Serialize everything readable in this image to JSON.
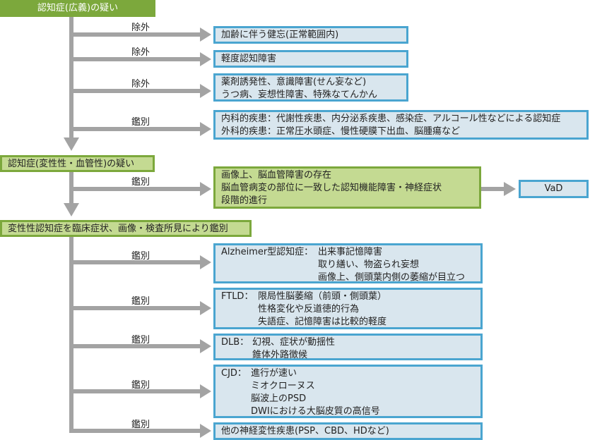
{
  "header": {
    "title": "認知症(広義)の疑い"
  },
  "step1_branches": [
    {
      "label": "除外",
      "lines": [
        "加齢に伴う健忘(正常範囲内)"
      ]
    },
    {
      "label": "除外",
      "lines": [
        "軽度認知障害"
      ]
    },
    {
      "label": "除外",
      "lines": [
        "薬剤誘発性、意識障害(せん妄など)",
        "うつ病、妄想性障害、特殊なてんかん"
      ]
    },
    {
      "label": "鑑別",
      "lines": [
        "内科的疾患：代謝性疾患、内分泌系疾患、感染症、アルコール性などによる認知症",
        "外科的疾患：正常圧水頭症、慢性硬膜下出血、脳腫瘍など"
      ]
    }
  ],
  "step2": {
    "title": "認知症(変性性・血管性)の疑い",
    "branch_label": "鑑別",
    "criteria": [
      "画像上、脳血管障害の存在",
      "脳血管病変の部位に一致した認知機能障害・神経症状",
      "段階的進行"
    ],
    "result": "VaD"
  },
  "step3": {
    "title": "変性性認知症を臨床症状、画像・検査所見により鑑別",
    "branches": [
      {
        "label": "鑑別",
        "name": "Alzheimer型認知症：",
        "lines": [
          "出来事記憶障害",
          "取り繕い、物盗られ妄想",
          "画像上、側頭葉内側の萎縮が目立つ"
        ]
      },
      {
        "label": "鑑別",
        "name": "FTLD：",
        "lines": [
          "限局性脳萎縮（前頭・側頭葉）",
          "性格変化や反道徳的行為",
          "失語症、記憶障害は比較的軽度"
        ]
      },
      {
        "label": "鑑別",
        "name": "DLB：",
        "lines": [
          "幻視、症状が動揺性",
          "錐体外路徴候"
        ]
      },
      {
        "label": "鑑別",
        "name": "CJD：",
        "lines": [
          "進行が速い",
          "ミオクローヌス",
          "脳波上のPSD",
          "DWIにおける大脳皮質の高信号"
        ]
      },
      {
        "label": "鑑別",
        "name": "",
        "lines": [
          "他の神経変性疾患(PSP、CBD、HDなど)"
        ]
      }
    ]
  },
  "colors": {
    "green": "#7ca83c",
    "light_green": "#c4da92",
    "blue_border": "#4aa5d0",
    "blue_fill": "#d9e6ee",
    "arrow": "#a3a3a3"
  }
}
